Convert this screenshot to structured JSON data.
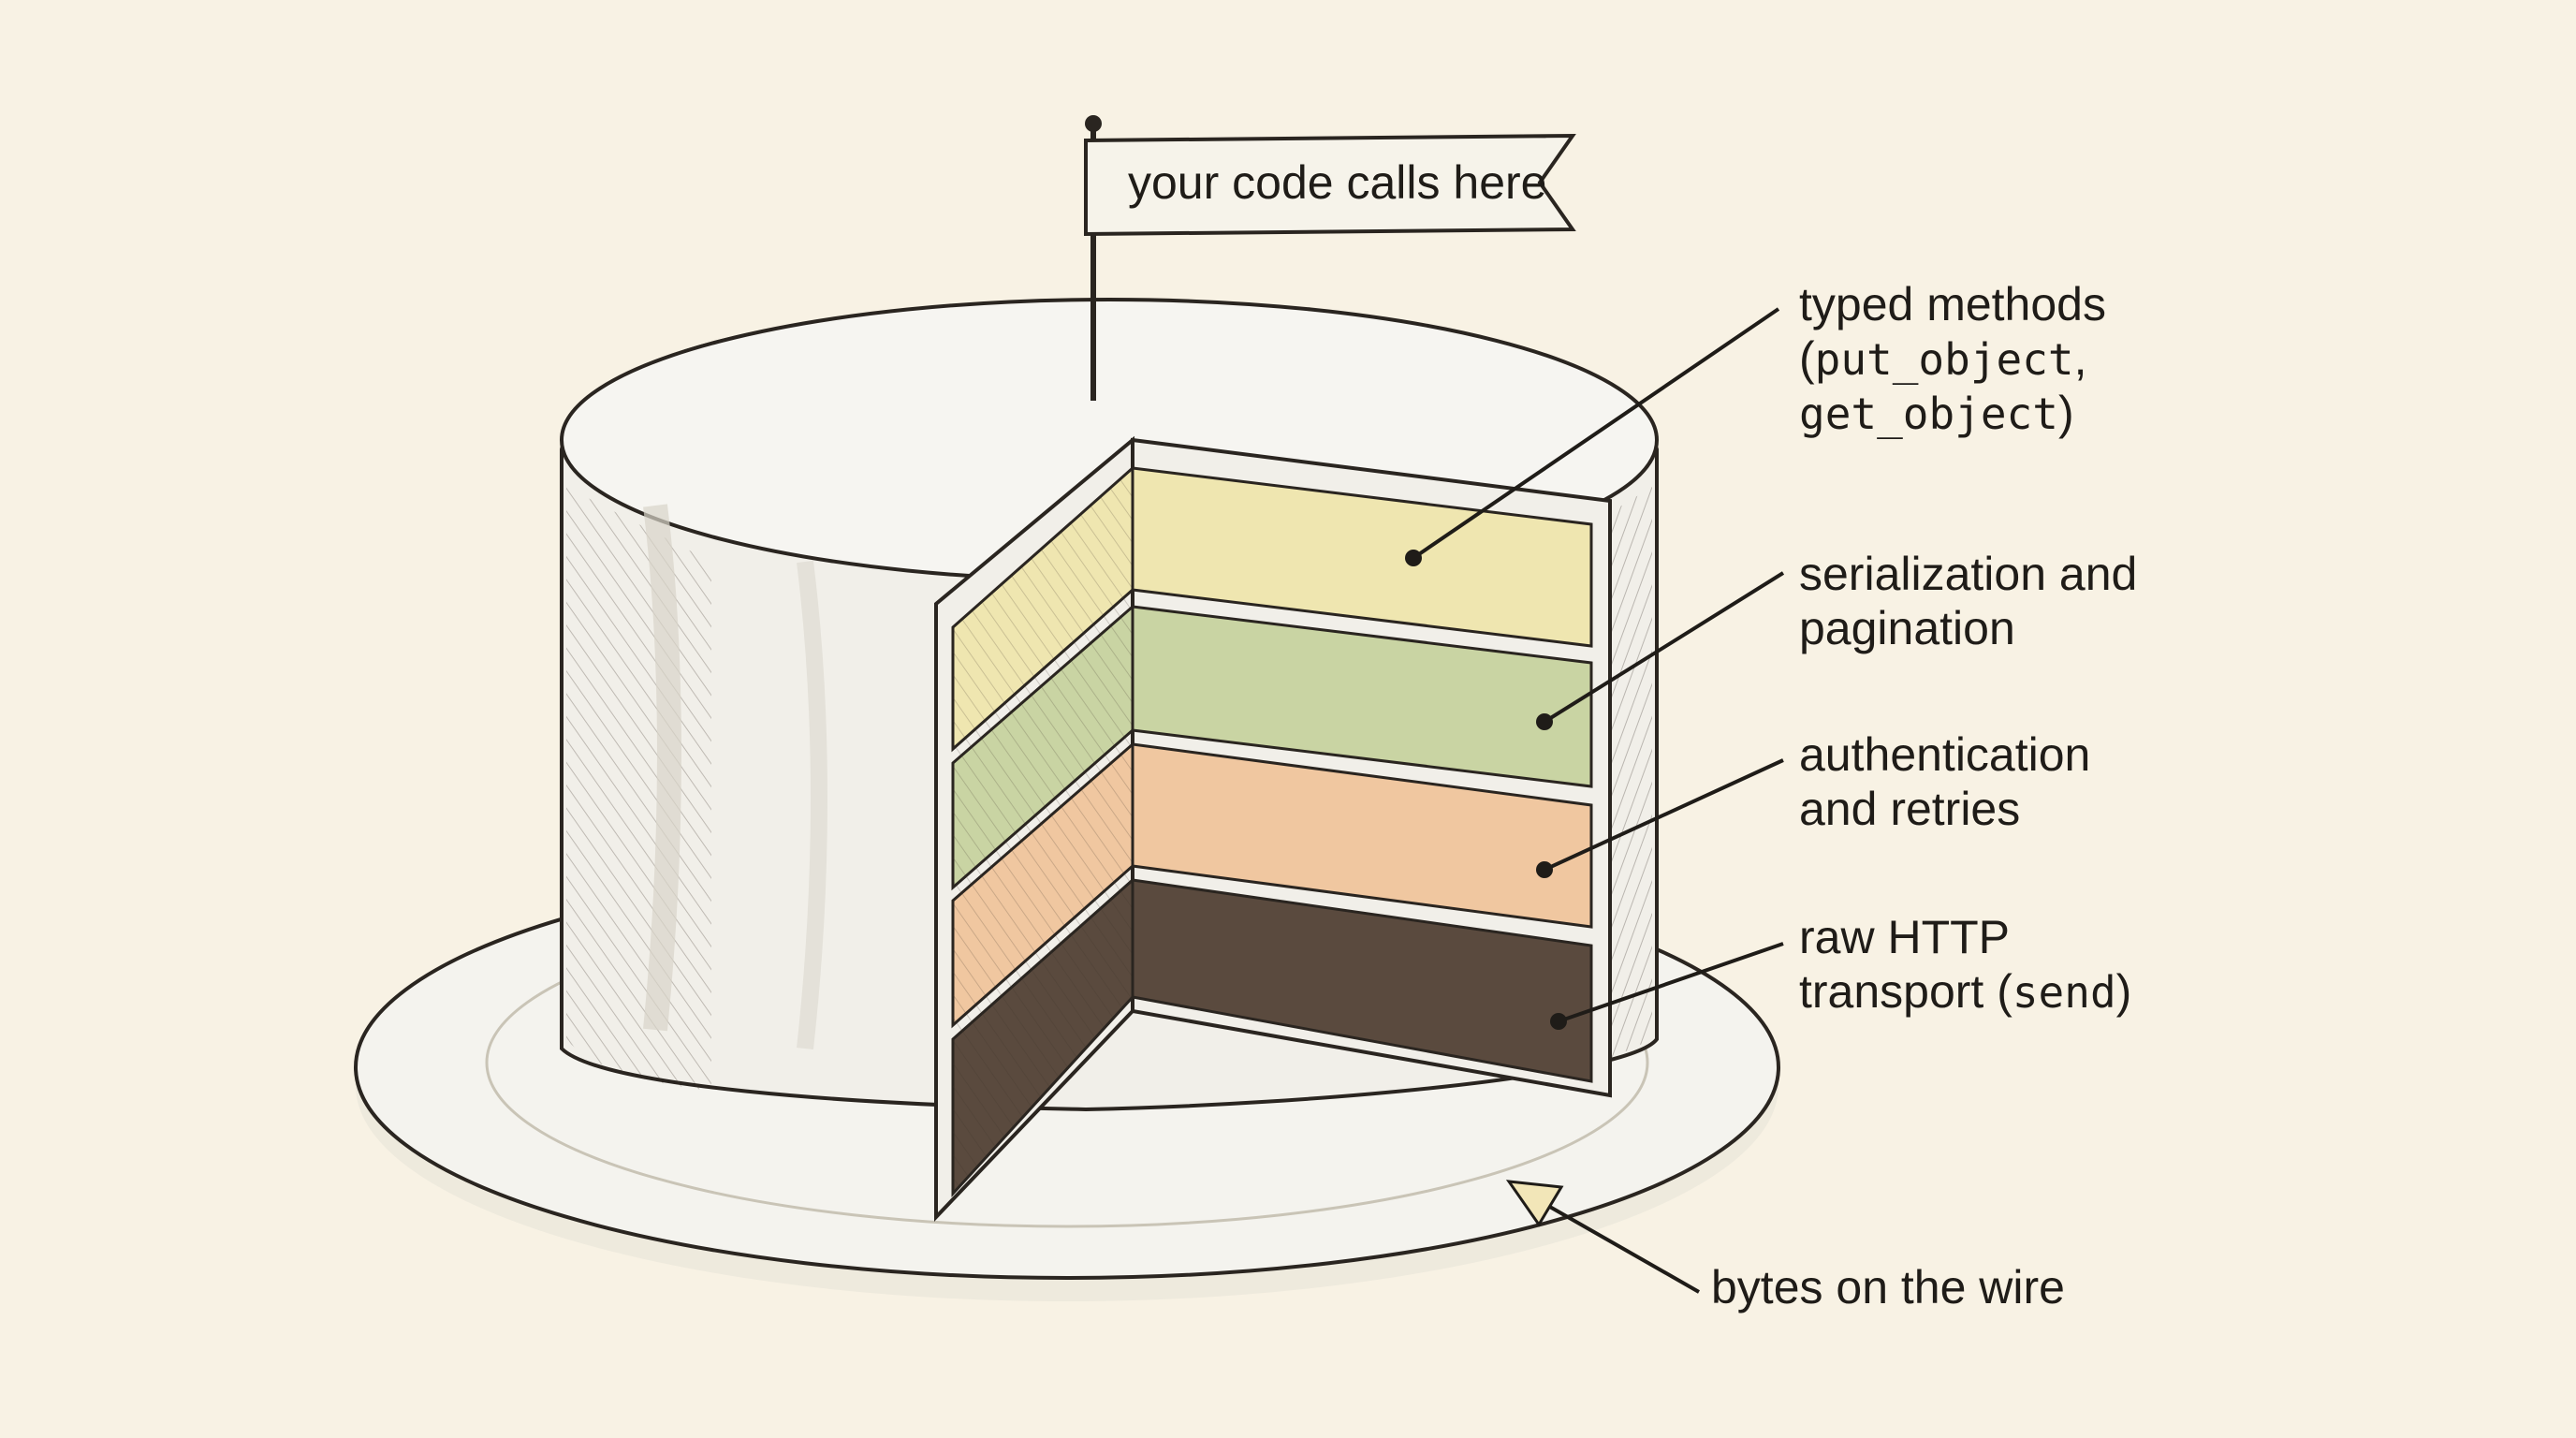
{
  "flag": {
    "text": "your code calls here"
  },
  "layers": [
    {
      "id": "typed-methods",
      "lines": [
        [
          "typed methods"
        ],
        [
          "(",
          "put_object",
          ","
        ],
        [
          "get_object",
          ")"
        ]
      ],
      "mono": [
        [],
        [
          1
        ],
        [
          0
        ]
      ],
      "color": "#efe6b0"
    },
    {
      "id": "serialization",
      "lines": [
        [
          "serialization and"
        ],
        [
          "pagination"
        ]
      ],
      "mono": [
        [],
        []
      ],
      "color": "#c9d4a3"
    },
    {
      "id": "authentication",
      "lines": [
        [
          "authentication"
        ],
        [
          "and retries"
        ]
      ],
      "mono": [
        [],
        []
      ],
      "color": "#f0c7a0"
    },
    {
      "id": "transport",
      "lines": [
        [
          "raw HTTP"
        ],
        [
          "transport (",
          "send",
          ")"
        ]
      ],
      "mono": [
        [],
        [
          1
        ]
      ],
      "color": "#5a4a3e"
    }
  ],
  "plate": {
    "text": "bytes on the wire"
  },
  "colors": {
    "background": "#f8f2e4",
    "frosting": "#f1efe9",
    "plate": "#f4f3ee",
    "ink": "#2a2520"
  }
}
